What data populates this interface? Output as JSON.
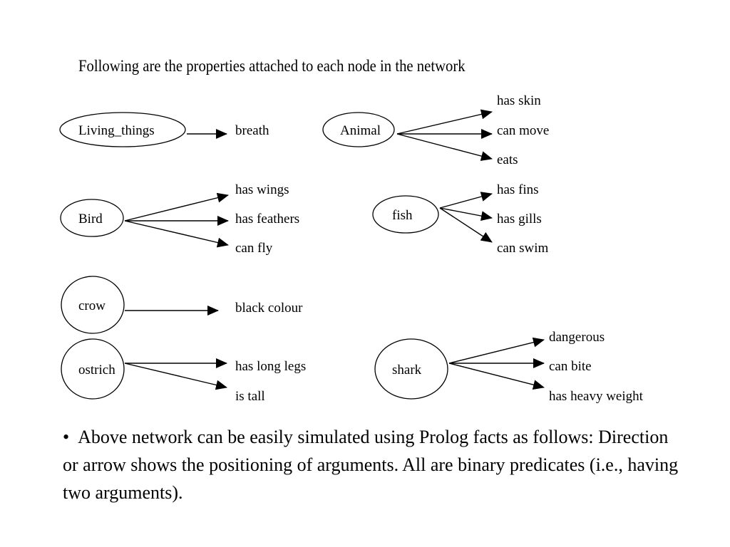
{
  "heading": "Following are the properties attached to each node in the network",
  "nodes": [
    {
      "id": "living_things",
      "label": "Living_things"
    },
    {
      "id": "animal",
      "label": "Animal"
    },
    {
      "id": "bird",
      "label": "Bird"
    },
    {
      "id": "fish",
      "label": "fish"
    },
    {
      "id": "crow",
      "label": "crow"
    },
    {
      "id": "ostrich",
      "label": "ostrich"
    },
    {
      "id": "shark",
      "label": "shark"
    }
  ],
  "properties": [
    {
      "id": "breath",
      "label": "breath"
    },
    {
      "id": "has_skin",
      "label": "has skin"
    },
    {
      "id": "can_move",
      "label": "can move"
    },
    {
      "id": "eats",
      "label": "eats"
    },
    {
      "id": "has_wings",
      "label": "has wings"
    },
    {
      "id": "has_feathers",
      "label": "has feathers"
    },
    {
      "id": "can_fly",
      "label": "can fly"
    },
    {
      "id": "has_fins",
      "label": "has fins"
    },
    {
      "id": "has_gills",
      "label": "has gills"
    },
    {
      "id": "can_swim",
      "label": "can swim"
    },
    {
      "id": "black_colour",
      "label": "black colour"
    },
    {
      "id": "has_long_legs",
      "label": "has long legs"
    },
    {
      "id": "is_tall",
      "label": "is tall"
    },
    {
      "id": "dangerous",
      "label": "dangerous"
    },
    {
      "id": "can_bite",
      "label": "can bite"
    },
    {
      "id": "has_heavy_weight",
      "label": "has heavy weight"
    }
  ],
  "edges": [
    {
      "from": "living_things",
      "to": "breath"
    },
    {
      "from": "animal",
      "to": "has_skin"
    },
    {
      "from": "animal",
      "to": "can_move"
    },
    {
      "from": "animal",
      "to": "eats"
    },
    {
      "from": "bird",
      "to": "has_wings"
    },
    {
      "from": "bird",
      "to": "has_feathers"
    },
    {
      "from": "bird",
      "to": "can_fly"
    },
    {
      "from": "fish",
      "to": "has_fins"
    },
    {
      "from": "fish",
      "to": "has_gills"
    },
    {
      "from": "fish",
      "to": "can_swim"
    },
    {
      "from": "crow",
      "to": "black_colour"
    },
    {
      "from": "ostrich",
      "to": "has_long_legs"
    },
    {
      "from": "ostrich",
      "to": "is_tall"
    },
    {
      "from": "shark",
      "to": "dangerous"
    },
    {
      "from": "shark",
      "to": "can_bite"
    },
    {
      "from": "shark",
      "to": "has_heavy_weight"
    }
  ],
  "bullet": {
    "mark": "•",
    "text": "Above network can be easily simulated using Prolog facts as follows: Direction or arrow shows the positioning of arguments. All are binary predicates (i.e., having two arguments)."
  }
}
